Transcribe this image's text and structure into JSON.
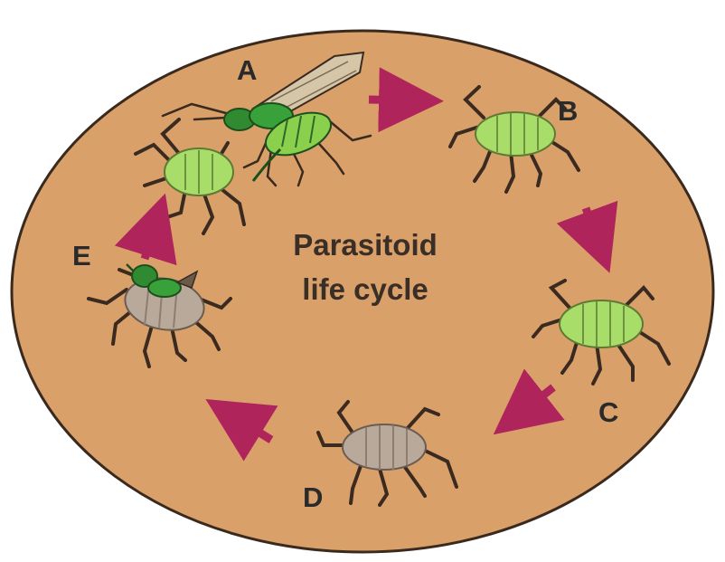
{
  "title_lines": [
    "Parasitoid",
    "life cycle"
  ],
  "stages": [
    {
      "label": "A",
      "insect": "adult-wasp-ovipositing-on-aphid"
    },
    {
      "label": "B",
      "insect": "healthy-aphid"
    },
    {
      "label": "C",
      "insect": "parasitized-aphid"
    },
    {
      "label": "D",
      "insect": "aphid-mummy"
    },
    {
      "label": "E",
      "insect": "wasp-emerging-from-mummy"
    }
  ],
  "colors": {
    "background": "#d9a06a",
    "border": "#3a2a1e",
    "arrow": "#b0245c",
    "aphid_green": "#a9dd6a",
    "wasp_green": "#39a13a",
    "mummy_gray": "#b8a99b",
    "legs": "#3b2a1f"
  }
}
